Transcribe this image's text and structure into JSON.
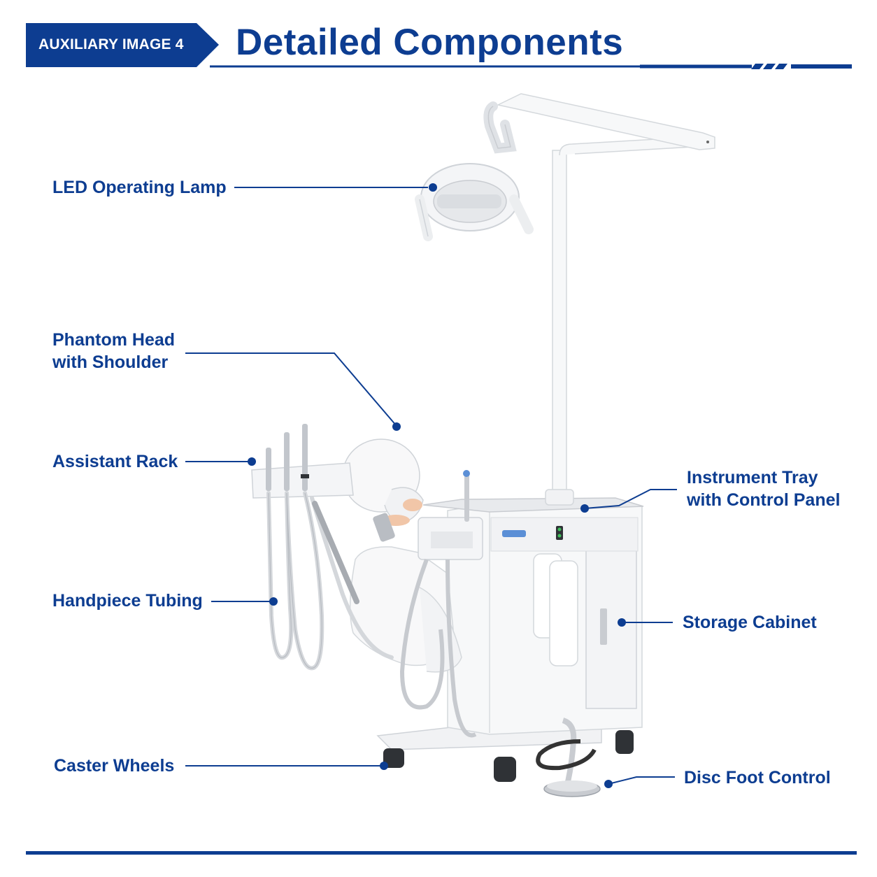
{
  "header": {
    "badge": "AUXILIARY IMAGE 4",
    "title": "Detailed Components"
  },
  "labels": {
    "led_lamp": "LED Operating Lamp",
    "phantom_head": [
      "Phantom Head",
      "with Shoulder"
    ],
    "assistant_rack": "Assistant Rack",
    "handpiece_tubing": "Handpiece Tubing",
    "caster_wheels": "Caster Wheels",
    "instrument_tray": [
      "Instrument Tray",
      "with Control Panel"
    ],
    "storage_cabinet": "Storage Cabinet",
    "foot_control": "Disc Foot Control"
  },
  "colors": {
    "brand_blue": "#0d3d91"
  }
}
